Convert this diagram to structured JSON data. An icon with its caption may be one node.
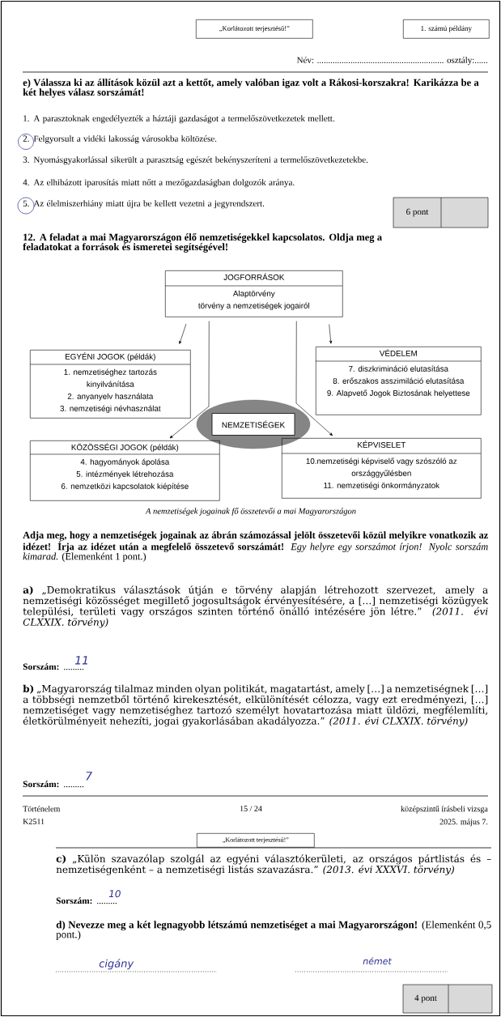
{
  "diagram": {
    "caption": "A nemzetiségek jogainak fő összetevői a mai Magyarországon",
    "nodes": [
      {
        "text": [
          "JOGFORRÁSOK",
          "Alaptörvény",
          "törvény a nemzetiségek jogairól"
        ]
      },
      {
        "text": [
          "EGYÉNI JOGOK (példák)",
          "1. nemzetiséghez tartozás kinyilvánítása",
          "2. anyanyelv használata",
          "3. nemzetiségi névhasználat"
        ]
      },
      {
        "text": [
          "VÉDELEM",
          "7. diszkrimináció elutasítása",
          "8. erőszakos asszimiláció elutasítása",
          "9. Alapvető Jogok Biztosának helyettese"
        ]
      },
      {
        "text": [
          "NEMZETISÉGEK"
        ]
      },
      {
        "text": [
          "KÖZÖSSÉGI JOGOK (példák)",
          "4. hagyományok ápolása",
          "5. intézmények létrehozása",
          "6. nemzetközi kapcsolatok kiépítése"
        ]
      },
      {
        "text": [
          "KÉPVISELET",
          "10.nemzetiségi képviselő vagy szószóló az országgyűlésben",
          "11. nemzetiségi önkormányzatok"
        ]
      }
    ],
    "edges": [
      {
        "from": 0,
        "to": 1,
        "arrow": "to"
      },
      {
        "from": 0,
        "to": 4,
        "arrow": "to"
      },
      {
        "from": 0,
        "to": 5,
        "arrow": "to"
      },
      {
        "from": 0,
        "to": 2,
        "arrow": "to"
      }
    ],
    "labels": [
      "„Korlátozott terjesztésű!”",
      "1. számú példány",
      "Név: ......................................................... osztály:......",
      "e) Válassza ki az állítások közül azt a kettőt, amely valóban igaz volt a Rákosi-korszakra! Karikázza be a két helyes válasz sorszámát!",
      "1. A parasztoknak engedélyezték a háztáji gazdaságot a termelőszövetkezetek mellett.",
      "2. Felgyorsult a vidéki lakosság városokba költözése.",
      "3. Nyomásgyakorlással sikerült a parasztság egészét bekényszeríteni a termelőszövetkezetekbe.",
      "4. Az elhibázott iparosítás miatt nőtt a mezőgazdaságban dolgozók aránya.",
      "5. Az élelmiszerhiány miatt újra be kellett vezetni a jegyrendszert.",
      "6 pont",
      "12. A feladat a mai Magyarországon élő nemzetiségekkel kapcsolatos. Oldja meg a feladatokat a források és ismeretei segítségével!",
      "**Adja meg, hogy a nemzetiségek jogainak az ábrán számozással jelölt összetevői közül melyikre vonatkozik az idézet! Írja az idézet után a megfelelő összetevő sorszámát!** *Egy helyre egy sorszámot írjon! Nyolc sorszám kimarad.* (Elemenként 1 pont.)",
      "**a)** „Demokratikus választások útján e törvény alapján létrehozott szervezet, amely a nemzetiségi közösséget megillető jogosultságok érvényesítésére, a […] nemzetiségi közügyek települési, területi vagy országos szinten történő önálló intézésére jön létre.” *(2011. évi CLXXIX. törvény)*",
      "**Sorszám:** .........",
      "11",
      "**b)** „Magyarország tilalmaz minden olyan politikát, magatartást, amely […] a nemzetiségnek […] a többségi nemzetből történő kirekesztését, elkülönítését célozza, vagy ezt eredményezi, […] nemzetiséget vagy nemzetiséghez tartozó személyt hovatartozása miatt üldözi, megfélemlíti, életkörülményeit nehezíti, jogai gyakorlásában akadályozza.” *(2011. évi CLXXIX. törvény)*",
      "**Sorszám:** .........",
      "7",
      "Történelem",
      "15 / 24",
      "középszintű írásbeli vizsga",
      "K2511",
      "2025. május 7.",
      "„Korlátozott terjesztésű!”",
      "**c)** „Külön szavazólap szolgál az egyéni választókerületi, az országos pártlistás és – nemzetiségenként – a nemzetiségi listás szavazásra.” *(2013. évi XXXVI. törvény)*",
      "**Sorszám:** .........",
      "10",
      "**d) Nevezze meg a két legnagyobb létszámú nemzetiséget a mai Magyarországon!** (Elemenként 0,5 pont.)",
      "cigány",
      "német",
      "4 pont"
    ]
  }
}
